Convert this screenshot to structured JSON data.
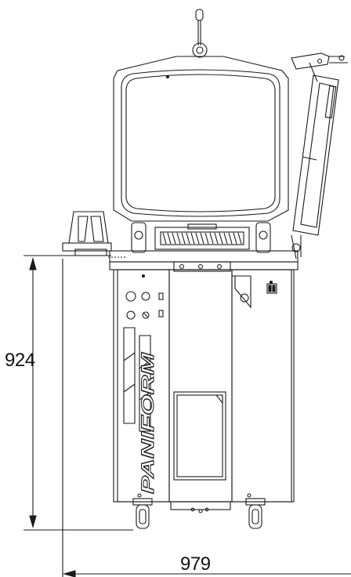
{
  "dimensions": {
    "height": "924",
    "width": "979"
  },
  "brand": "PANIFORM",
  "colors": {
    "line": "#1a1a1a",
    "fill": "#ffffff"
  }
}
